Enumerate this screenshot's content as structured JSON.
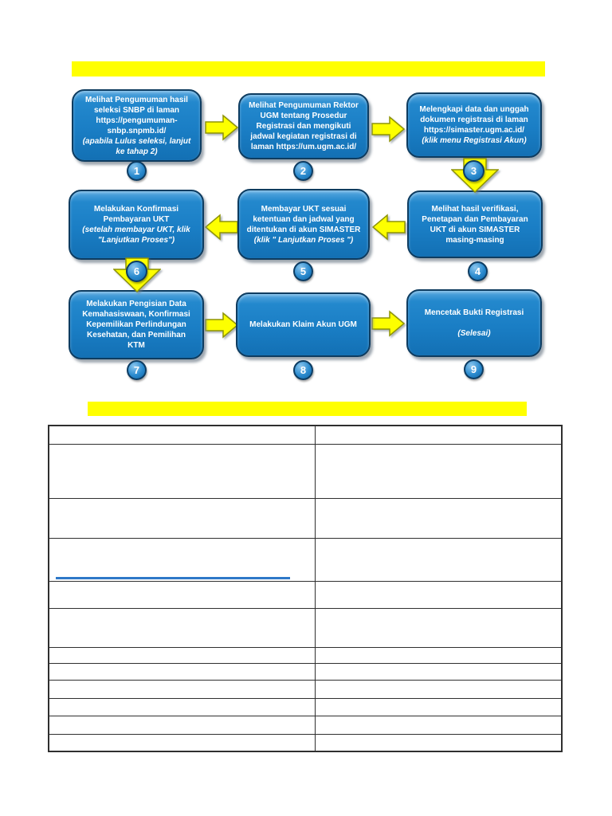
{
  "colors": {
    "highlight_bar": "#ffff00",
    "box_fill": "#1a7ec5",
    "box_border": "#0e3c60",
    "arrow_fill": "#fdff00",
    "arrow_border": "#8f9406",
    "badge_fill": "#1f83c9",
    "link_line": "#2e78c8",
    "table_border": "#2f2f2f"
  },
  "flowchart": {
    "steps": [
      {
        "number": "1",
        "text": "Melihat Pengumuman hasil seleksi SNBP di laman https://pengumuman-snbp.snpmb.id/",
        "note": "(apabila Lulus seleksi, lanjut ke tahap 2)"
      },
      {
        "number": "2",
        "text": "Melihat Pengumuman Rektor UGM tentang Prosedur Registrasi dan mengikuti jadwal kegiatan registrasi di laman https://um.ugm.ac.id/",
        "note": ""
      },
      {
        "number": "3",
        "text": "Melengkapi data dan unggah dokumen registrasi di laman https://simaster.ugm.ac.id/",
        "note": "(klik menu Registrasi Akun)"
      },
      {
        "number": "4",
        "text": "Melihat hasil verifikasi, Penetapan dan Pembayaran UKT di akun SIMASTER masing-masing",
        "note": ""
      },
      {
        "number": "5",
        "text": "Membayar UKT sesuai ketentuan dan jadwal yang ditentukan di akun SIMASTER",
        "note": "(klik \" Lanjutkan Proses \")"
      },
      {
        "number": "6",
        "text": "Melakukan Konfirmasi Pembayaran UKT",
        "note": "(setelah membayar UKT, klik \"Lanjutkan Proses\")"
      },
      {
        "number": "7",
        "text": "Melakukan Pengisian Data Kemahasiswaan, Konfirmasi Kepemilikan Perlindungan Kesehatan, dan Pemilihan KTM",
        "note": ""
      },
      {
        "number": "8",
        "text": "Melakukan Klaim Akun UGM",
        "note": ""
      },
      {
        "number": "9",
        "text": "Mencetak Bukti Registrasi",
        "note": "(Selesai)"
      }
    ]
  }
}
